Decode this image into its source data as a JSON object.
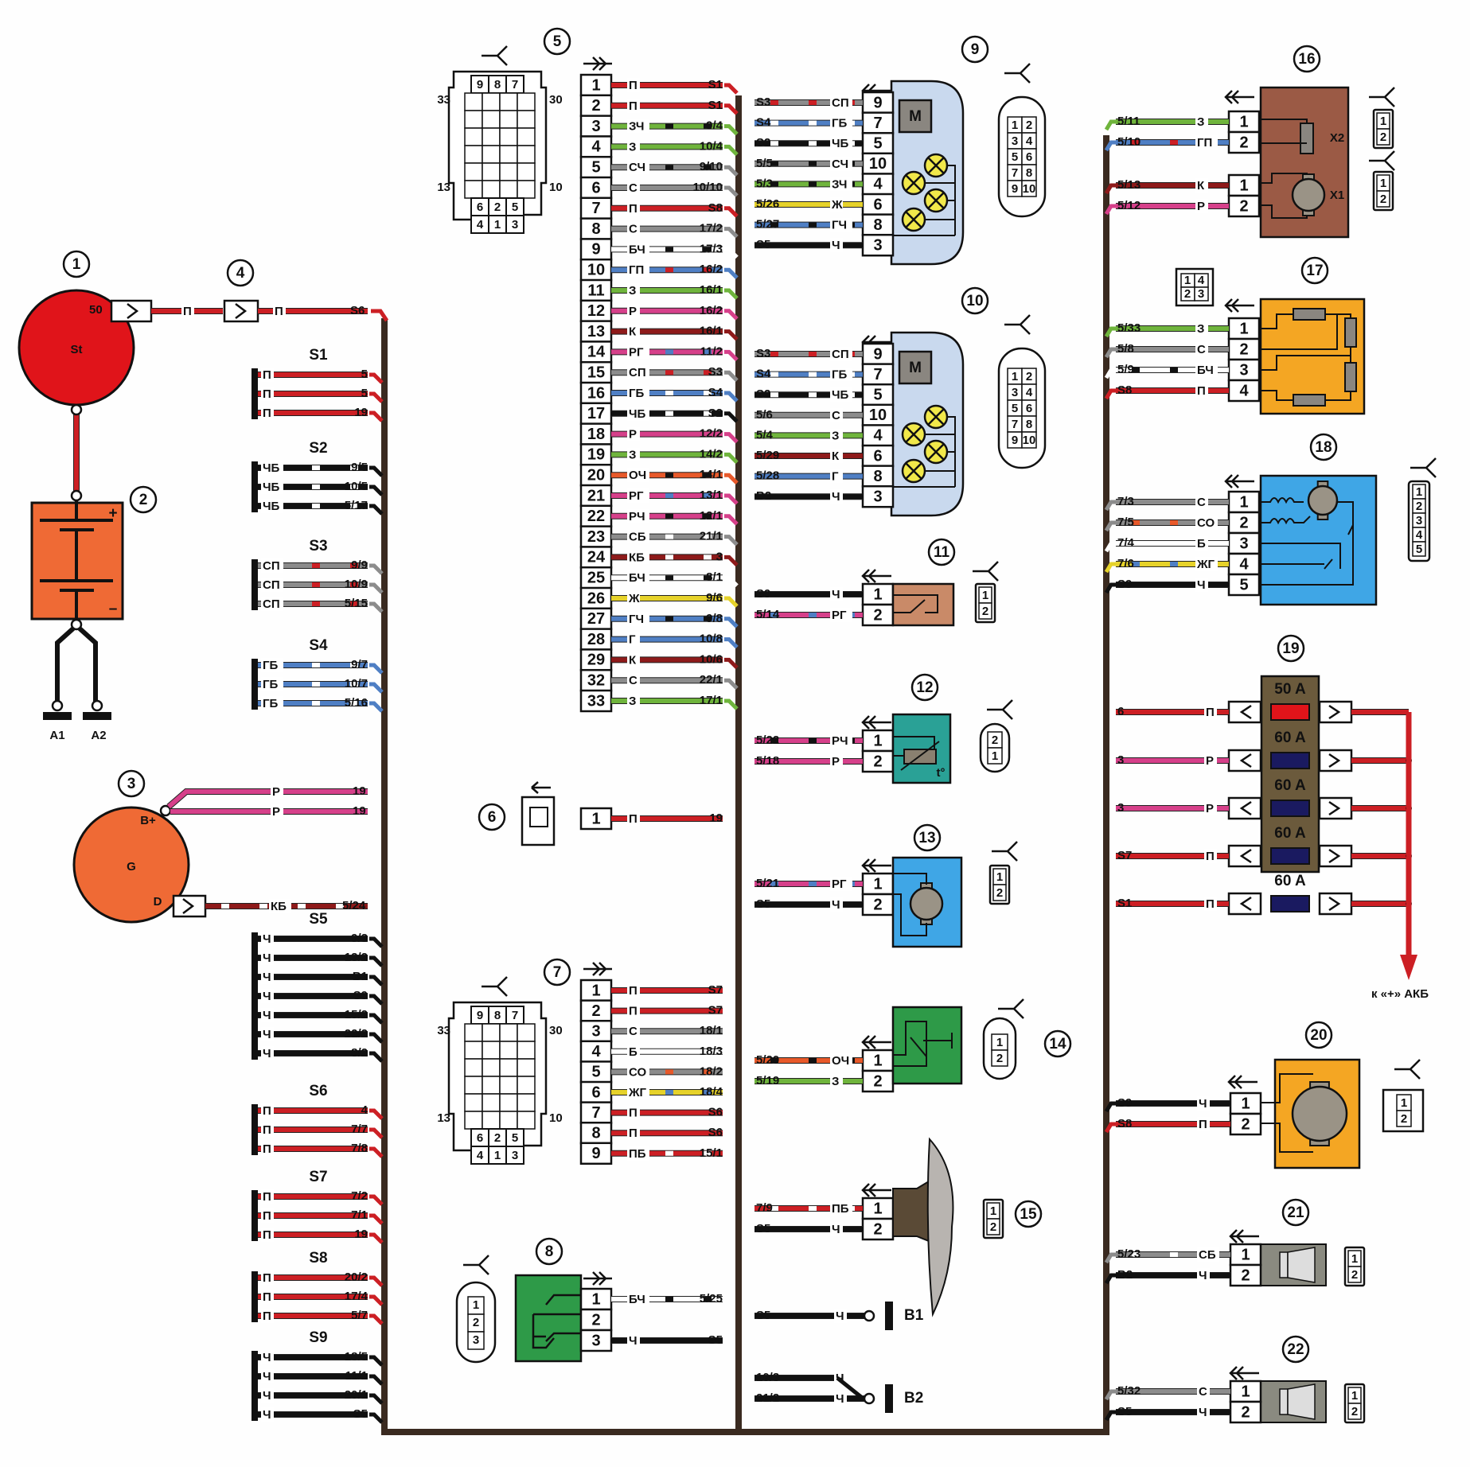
{
  "colors": {
    "П": "#cc1f24",
    "Р": "#d6408a",
    "З": "#6fb43c",
    "С": "#8c8c8c",
    "Ч": "#111111",
    "Б": "#ffffff",
    "Г": "#4f7fc4",
    "К": "#8e1a1a",
    "Ж": "#e6d22a",
    "О": "#e8592a",
    "harness": "#3a2a20",
    "starter": "#e0141a",
    "battery": "#ef6a35",
    "generator": "#ef6a35",
    "c9": "#c9d9ee",
    "c11": "#c98a68",
    "c12": "#2aa196",
    "c13": "#3fa6e6",
    "c14": "#2e9a48",
    "c16": "#9b5a45",
    "c17": "#f4a623",
    "c18": "#3fa6e6",
    "c19": "#6b5a3c",
    "c20": "#f4a623",
    "horn": "#8a8a80",
    "fuse50": "#e0141a",
    "fuse60": "#1a1a60"
  },
  "components": {
    "c1": {
      "num": "1",
      "label": "St",
      "terminal": "50"
    },
    "c2": {
      "num": "2",
      "plus": "+",
      "minus": "–"
    },
    "c3": {
      "num": "3",
      "label": "G",
      "terminal_b": "B+",
      "terminal_d": "D"
    },
    "c4": {
      "num": "4"
    },
    "c5": {
      "num": "5",
      "pins_top": [
        "9",
        "8",
        "7"
      ],
      "pins_bottom": [
        [
          "6",
          "2",
          "5"
        ],
        [
          "4",
          "1",
          "3"
        ]
      ],
      "side": {
        "tl": "33",
        "tr": "30",
        "bl": "13",
        "br": "10"
      }
    },
    "c6": {
      "num": "6"
    },
    "c7": {
      "num": "7",
      "pins_top": [
        "9",
        "8",
        "7"
      ],
      "pins_bottom": [
        [
          "6",
          "2",
          "5"
        ],
        [
          "4",
          "1",
          "3"
        ]
      ],
      "side": {
        "tl": "33",
        "tr": "30",
        "bl": "13",
        "br": "10"
      }
    },
    "c8": {
      "num": "8"
    },
    "c9": {
      "num": "9",
      "motor": "M"
    },
    "c10": {
      "num": "10",
      "motor": "M"
    },
    "c11": {
      "num": "11"
    },
    "c12": {
      "num": "12",
      "sym": "t°"
    },
    "c13": {
      "num": "13"
    },
    "c14": {
      "num": "14"
    },
    "c15": {
      "num": "15"
    },
    "c16": {
      "num": "16",
      "x2": "X2",
      "x1": "X1"
    },
    "c17": {
      "num": "17"
    },
    "c18": {
      "num": "18"
    },
    "c19": {
      "num": "19",
      "fuses": [
        "50 A",
        "60 A",
        "60 A",
        "60 A",
        "60 A"
      ],
      "to_battery": "к «+» АКБ"
    },
    "c20": {
      "num": "20"
    },
    "c21": {
      "num": "21"
    },
    "c22": {
      "num": "22"
    }
  },
  "grounds": {
    "A1": "A1",
    "A2": "A2",
    "B1": "B1",
    "B2": "B2"
  },
  "starter_wires": [
    {
      "code": "П",
      "to": "S6"
    }
  ],
  "generator_wires": [
    {
      "code": "Р",
      "to": "19"
    },
    {
      "code": "Р",
      "to": "19"
    },
    {
      "code": "КБ",
      "to": "5/24"
    }
  ],
  "splices": [
    {
      "name": "S1",
      "wires": [
        {
          "code": "П",
          "to": "5"
        },
        {
          "code": "П",
          "to": "5"
        },
        {
          "code": "П",
          "to": "19"
        }
      ]
    },
    {
      "name": "S2",
      "wires": [
        {
          "code": "ЧБ",
          "to": "9/5"
        },
        {
          "code": "ЧБ",
          "to": "10/5"
        },
        {
          "code": "ЧБ",
          "to": "5/17"
        }
      ]
    },
    {
      "name": "S3",
      "wires": [
        {
          "code": "СП",
          "to": "9/9"
        },
        {
          "code": "СП",
          "to": "10/9"
        },
        {
          "code": "СП",
          "to": "5/15"
        }
      ]
    },
    {
      "name": "S4",
      "wires": [
        {
          "code": "ГБ",
          "to": "9/7"
        },
        {
          "code": "ГБ",
          "to": "10/7"
        },
        {
          "code": "ГБ",
          "to": "5/16"
        }
      ]
    },
    {
      "name": "S5",
      "wires": [
        {
          "code": "Ч",
          "to": "9/3"
        },
        {
          "code": "Ч",
          "to": "13/2"
        },
        {
          "code": "Ч",
          "to": "B1"
        },
        {
          "code": "Ч",
          "to": "S9"
        },
        {
          "code": "Ч",
          "to": "15/2"
        },
        {
          "code": "Ч",
          "to": "22/2"
        },
        {
          "code": "Ч",
          "to": "8/2"
        }
      ]
    },
    {
      "name": "S6",
      "wires": [
        {
          "code": "П",
          "to": "4"
        },
        {
          "code": "П",
          "to": "7/7"
        },
        {
          "code": "П",
          "to": "7/8"
        }
      ]
    },
    {
      "name": "S7",
      "wires": [
        {
          "code": "П",
          "to": "7/2"
        },
        {
          "code": "П",
          "to": "7/1"
        },
        {
          "code": "П",
          "to": "19"
        }
      ]
    },
    {
      "name": "S8",
      "wires": [
        {
          "code": "П",
          "to": "20/2"
        },
        {
          "code": "П",
          "to": "17/4"
        },
        {
          "code": "П",
          "to": "5/7"
        }
      ]
    },
    {
      "name": "S9",
      "wires": [
        {
          "code": "Ч",
          "to": "18/5"
        },
        {
          "code": "Ч",
          "to": "11/1"
        },
        {
          "code": "Ч",
          "to": "20/1"
        },
        {
          "code": "Ч",
          "to": "S5"
        }
      ]
    }
  ],
  "conn5_pins": [
    {
      "pin": "1",
      "code": "П",
      "to": "S1"
    },
    {
      "pin": "2",
      "code": "П",
      "to": "S1"
    },
    {
      "pin": "3",
      "code": "ЗЧ",
      "to": "9/4"
    },
    {
      "pin": "4",
      "code": "З",
      "to": "10/4"
    },
    {
      "pin": "5",
      "code": "СЧ",
      "to": "9/10"
    },
    {
      "pin": "6",
      "code": "С",
      "to": "10/10"
    },
    {
      "pin": "7",
      "code": "П",
      "to": "S8"
    },
    {
      "pin": "8",
      "code": "С",
      "to": "17/2"
    },
    {
      "pin": "9",
      "code": "БЧ",
      "to": "17/3"
    },
    {
      "pin": "10",
      "code": "ГП",
      "to": "16/2"
    },
    {
      "pin": "11",
      "code": "З",
      "to": "16/1"
    },
    {
      "pin": "12",
      "code": "Р",
      "to": "16/2"
    },
    {
      "pin": "13",
      "code": "К",
      "to": "16/1"
    },
    {
      "pin": "14",
      "code": "РГ",
      "to": "11/2"
    },
    {
      "pin": "15",
      "code": "СП",
      "to": "S3"
    },
    {
      "pin": "16",
      "code": "ГБ",
      "to": "S4"
    },
    {
      "pin": "17",
      "code": "ЧБ",
      "to": "S2"
    },
    {
      "pin": "18",
      "code": "Р",
      "to": "12/2"
    },
    {
      "pin": "19",
      "code": "З",
      "to": "14/2"
    },
    {
      "pin": "20",
      "code": "ОЧ",
      "to": "14/1"
    },
    {
      "pin": "21",
      "code": "РГ",
      "to": "13/1"
    },
    {
      "pin": "22",
      "code": "РЧ",
      "to": "12/1"
    },
    {
      "pin": "23",
      "code": "СБ",
      "to": "21/1"
    },
    {
      "pin": "24",
      "code": "КБ",
      "to": "3"
    },
    {
      "pin": "25",
      "code": "БЧ",
      "to": "8/1"
    },
    {
      "pin": "26",
      "code": "Ж",
      "to": "9/6"
    },
    {
      "pin": "27",
      "code": "ГЧ",
      "to": "9/8"
    },
    {
      "pin": "28",
      "code": "Г",
      "to": "10/8"
    },
    {
      "pin": "29",
      "code": "К",
      "to": "10/6"
    },
    {
      "pin": "32",
      "code": "С",
      "to": "22/1"
    },
    {
      "pin": "33",
      "code": "З",
      "to": "17/1"
    }
  ],
  "conn6_pins": [
    {
      "pin": "1",
      "code": "П",
      "to": "19"
    }
  ],
  "conn7_pins": [
    {
      "pin": "1",
      "code": "П",
      "to": "S7"
    },
    {
      "pin": "2",
      "code": "П",
      "to": "S7"
    },
    {
      "pin": "3",
      "code": "С",
      "to": "18/1"
    },
    {
      "pin": "4",
      "code": "Б",
      "to": "18/3"
    },
    {
      "pin": "5",
      "code": "СО",
      "to": "18/2"
    },
    {
      "pin": "6",
      "code": "ЖГ",
      "to": "18/4"
    },
    {
      "pin": "7",
      "code": "П",
      "to": "S6"
    },
    {
      "pin": "8",
      "code": "П",
      "to": "S6"
    },
    {
      "pin": "9",
      "code": "ПБ",
      "to": "15/1"
    }
  ],
  "conn8_pins": [
    {
      "pin": "1",
      "code": "БЧ",
      "to": "5/25"
    },
    {
      "pin": "2",
      "code": "",
      "to": ""
    },
    {
      "pin": "3",
      "code": "Ч",
      "to": "S5"
    }
  ],
  "conn9_pins": [
    {
      "pin": "9",
      "code": "СП",
      "from": "S3"
    },
    {
      "pin": "7",
      "code": "ГБ",
      "from": "S4"
    },
    {
      "pin": "5",
      "code": "ЧБ",
      "from": "S2"
    },
    {
      "pin": "10",
      "code": "СЧ",
      "from": "5/5"
    },
    {
      "pin": "4",
      "code": "ЗЧ",
      "from": "5/3"
    },
    {
      "pin": "6",
      "code": "Ж",
      "from": "5/26"
    },
    {
      "pin": "8",
      "code": "ГЧ",
      "from": "5/27"
    },
    {
      "pin": "3",
      "code": "Ч",
      "from": "S5"
    }
  ],
  "conn10_pins": [
    {
      "pin": "9",
      "code": "СП",
      "from": "S3"
    },
    {
      "pin": "7",
      "code": "ГБ",
      "from": "S4"
    },
    {
      "pin": "5",
      "code": "ЧБ",
      "from": "S2"
    },
    {
      "pin": "10",
      "code": "С",
      "from": "5/6"
    },
    {
      "pin": "4",
      "code": "З",
      "from": "5/4"
    },
    {
      "pin": "6",
      "code": "К",
      "from": "5/29"
    },
    {
      "pin": "8",
      "code": "Г",
      "from": "5/28"
    },
    {
      "pin": "3",
      "code": "Ч",
      "from": "B2"
    }
  ],
  "plug10": [
    [
      "1",
      "2"
    ],
    [
      "3",
      "4"
    ],
    [
      "5",
      "6"
    ],
    [
      "7",
      "8"
    ],
    [
      "9",
      "10"
    ]
  ],
  "conn11_pins": [
    {
      "pin": "1",
      "code": "Ч",
      "from": "S9"
    },
    {
      "pin": "2",
      "code": "РГ",
      "from": "5/14"
    }
  ],
  "conn12_pins": [
    {
      "pin": "1",
      "code": "РЧ",
      "from": "5/22"
    },
    {
      "pin": "2",
      "code": "Р",
      "from": "5/18"
    }
  ],
  "conn13_pins": [
    {
      "pin": "1",
      "code": "РГ",
      "from": "5/21"
    },
    {
      "pin": "2",
      "code": "Ч",
      "from": "S5"
    }
  ],
  "conn14_pins": [
    {
      "pin": "1",
      "code": "ОЧ",
      "from": "5/20"
    },
    {
      "pin": "2",
      "code": "З",
      "from": "5/19"
    }
  ],
  "conn15_pins": [
    {
      "pin": "1",
      "code": "ПБ",
      "from": "7/9"
    },
    {
      "pin": "2",
      "code": "Ч",
      "from": "S5"
    }
  ],
  "ground_b1": [
    {
      "code": "Ч",
      "from": "S5"
    }
  ],
  "ground_b2": [
    {
      "code": "Ч",
      "from": "10/3"
    },
    {
      "code": "Ч",
      "from": "21/2"
    }
  ],
  "conn16_x2": [
    {
      "pin": "1",
      "code": "З",
      "from": "5/11"
    },
    {
      "pin": "2",
      "code": "ГП",
      "from": "5/10"
    }
  ],
  "conn16_x1": [
    {
      "pin": "1",
      "code": "К",
      "from": "5/13"
    },
    {
      "pin": "2",
      "code": "Р",
      "from": "5/12"
    }
  ],
  "conn17_pins": [
    {
      "pin": "1",
      "code": "З",
      "from": "5/33"
    },
    {
      "pin": "2",
      "code": "С",
      "from": "5/8"
    },
    {
      "pin": "3",
      "code": "БЧ",
      "from": "5/9"
    },
    {
      "pin": "4",
      "code": "П",
      "from": "S8"
    }
  ],
  "plug17": [
    [
      "1",
      "4"
    ],
    [
      "2",
      "3"
    ]
  ],
  "conn18_pins": [
    {
      "pin": "1",
      "code": "С",
      "from": "7/3"
    },
    {
      "pin": "2",
      "code": "СО",
      "from": "7/5"
    },
    {
      "pin": "3",
      "code": "Б",
      "from": "7/4"
    },
    {
      "pin": "4",
      "code": "ЖГ",
      "from": "7/6"
    },
    {
      "pin": "5",
      "code": "Ч",
      "from": "S9"
    }
  ],
  "conn19_inputs": [
    {
      "code": "П",
      "from": "6"
    },
    {
      "code": "Р",
      "from": "3"
    },
    {
      "code": "Р",
      "from": "3"
    },
    {
      "code": "П",
      "from": "S7"
    },
    {
      "code": "П",
      "from": "S1"
    }
  ],
  "conn20_pins": [
    {
      "pin": "1",
      "code": "Ч",
      "from": "S9"
    },
    {
      "pin": "2",
      "code": "П",
      "from": "S8"
    }
  ],
  "conn21_pins": [
    {
      "pin": "1",
      "code": "СБ",
      "from": "5/23"
    },
    {
      "pin": "2",
      "code": "Ч",
      "from": "B2"
    }
  ],
  "conn22_pins": [
    {
      "pin": "1",
      "code": "С",
      "from": "5/32"
    },
    {
      "pin": "2",
      "code": "Ч",
      "from": "S5"
    }
  ]
}
